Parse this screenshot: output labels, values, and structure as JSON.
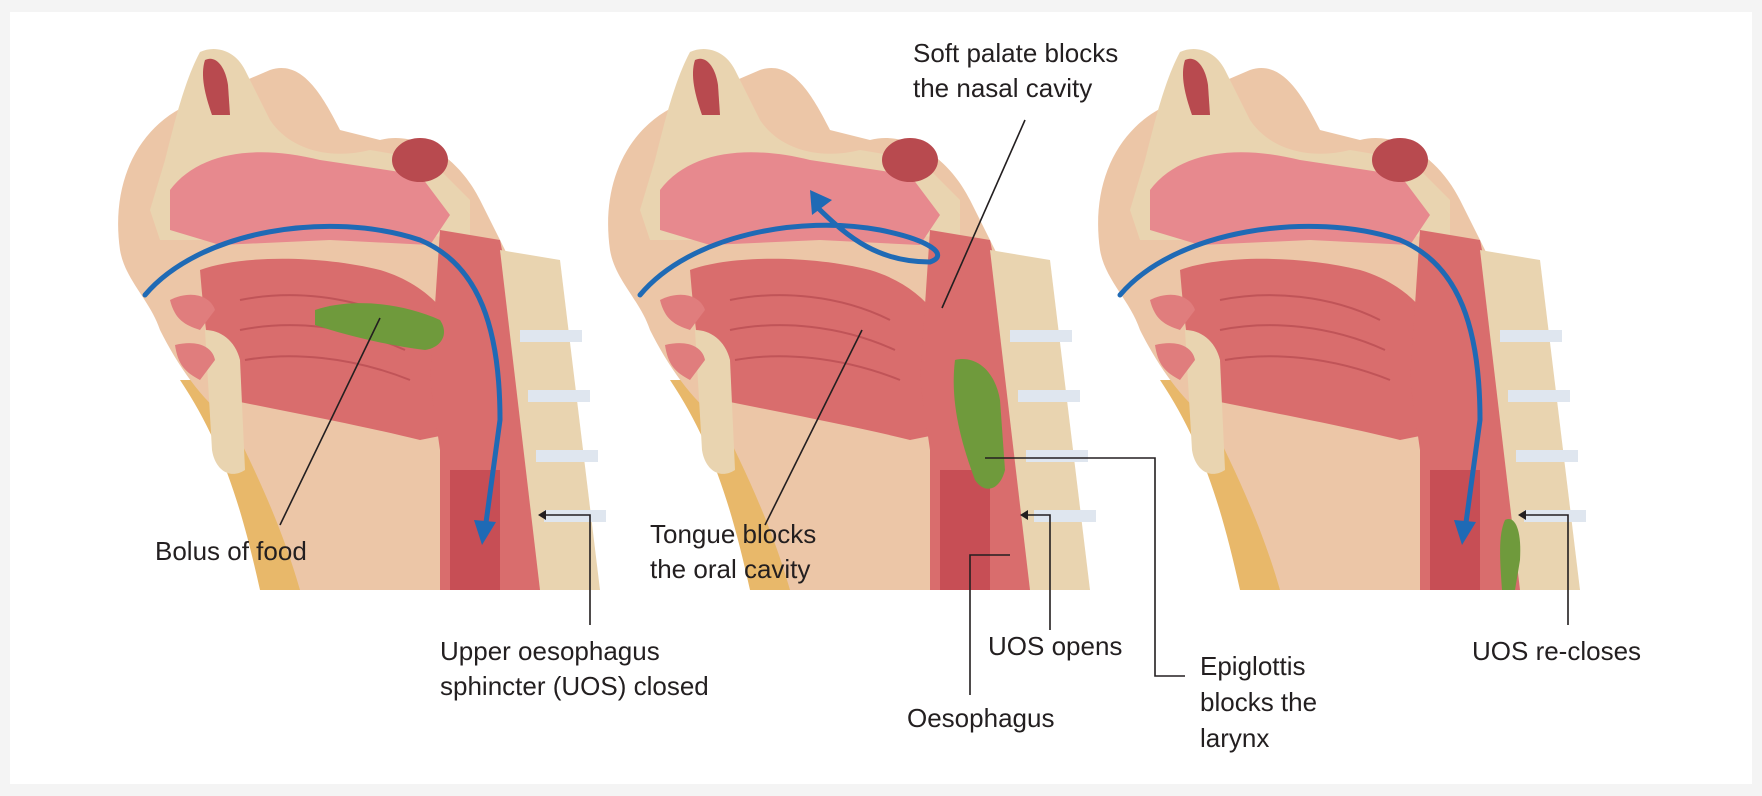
{
  "labels": {
    "bolus": "Bolus of food",
    "uos_closed_1": "Upper oesophagus",
    "uos_closed_2": "sphincter (UOS) closed",
    "tongue_1": "Tongue blocks",
    "tongue_2": "the oral cavity",
    "soft_palate_1": "Soft palate blocks",
    "soft_palate_2": "the nasal cavity",
    "uos_opens": "UOS opens",
    "oesophagus": "Oesophagus",
    "epiglottis_1": "Epiglottis",
    "epiglottis_2": "blocks the",
    "epiglottis_3": "larynx",
    "uos_recloses": "UOS re-closes"
  },
  "colors": {
    "flow_arrow": "#1f6ab5",
    "bolus": "#6f9a3c",
    "tissue": "#d96d6d",
    "bone": "#e9d4b0",
    "neck_fat": "#e8b86a"
  }
}
